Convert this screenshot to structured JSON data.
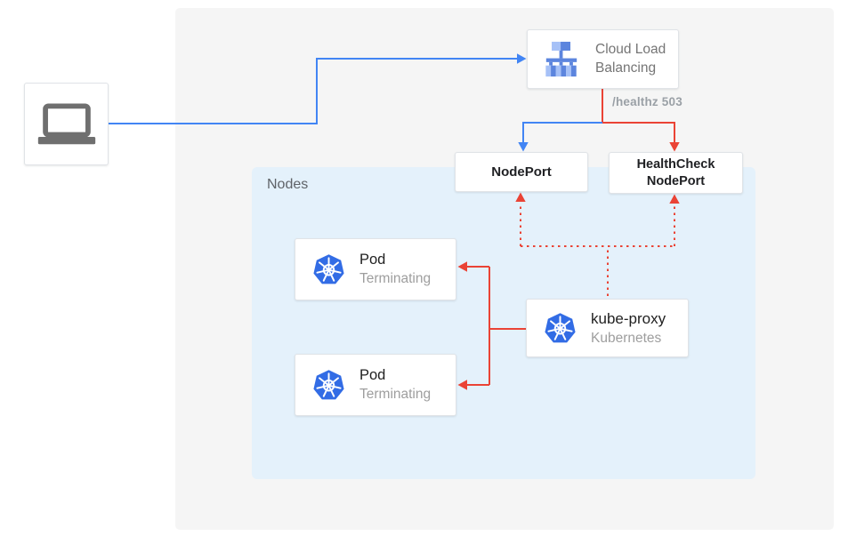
{
  "colors": {
    "blue": "#4285F4",
    "red": "#EA4335",
    "panel_bg": "#F5F5F5",
    "nodes_bg": "#E4F1FB",
    "box_border": "#E0E3E7",
    "text_dark": "#212121",
    "text_gray": "#757575",
    "text_light": "#9E9E9E",
    "healthz_gray": "#9AA0A6",
    "nodes_label": "#5F6368",
    "k8s_blue": "#326CE5",
    "clb_blue": "#5C85DE",
    "clb_blue_light": "#A6C1F7",
    "laptop_gray": "#6F6F6F"
  },
  "diagram": {
    "laptop": {
      "icon": "laptop-icon"
    },
    "cloud_load_balancing": {
      "icon": "cloud-load-balancing-icon",
      "line1": "Cloud Load",
      "line2": "Balancing"
    },
    "healthz_label": "/healthz 503",
    "nodeport": {
      "label": "NodePort"
    },
    "healthcheck_nodeport": {
      "line1": "HealthCheck",
      "line2": "NodePort"
    },
    "nodes_panel": {
      "label": "Nodes"
    },
    "pods": [
      {
        "icon": "kubernetes-icon",
        "title": "Pod",
        "status": "Terminating"
      },
      {
        "icon": "kubernetes-icon",
        "title": "Pod",
        "status": "Terminating"
      }
    ],
    "kube_proxy": {
      "icon": "kubernetes-icon",
      "title": "kube-proxy",
      "subtitle": "Kubernetes"
    }
  }
}
